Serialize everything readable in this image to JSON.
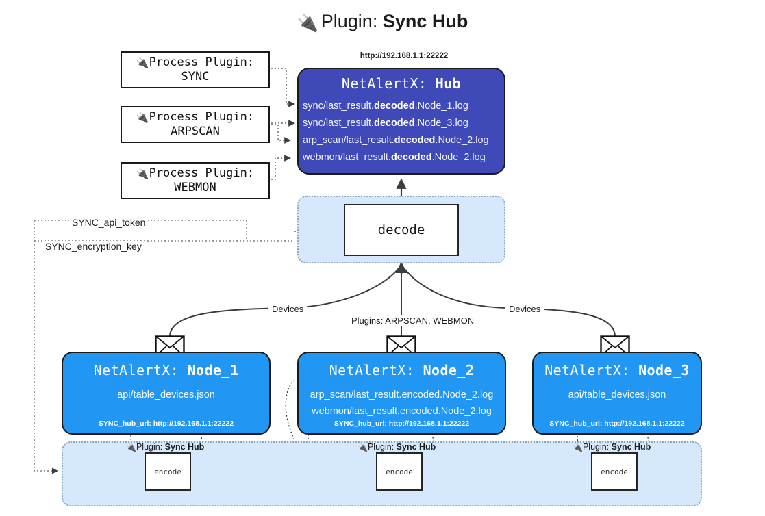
{
  "title": {
    "icon": "plug-icon",
    "prefix": "Plugin:",
    "name": "Sync Hub"
  },
  "process_plugins": [
    {
      "icon": "plug-icon",
      "line1": "Process Plugin:",
      "line2": "SYNC"
    },
    {
      "icon": "plug-icon",
      "line1": "Process Plugin:",
      "line2": "ARPSCAN"
    },
    {
      "icon": "plug-icon",
      "line1": "Process Plugin:",
      "line2": "WEBMON"
    }
  ],
  "hub": {
    "url": "http://192.168.1.1:22222",
    "title_prefix": "NetAlertX:",
    "title_name": "Hub",
    "color": "#4049b8",
    "logs": [
      {
        "pre": "sync/last_result.",
        "bold": "decoded",
        "post": ".Node_1.log"
      },
      {
        "pre": "sync/last_result.",
        "bold": "decoded",
        "post": ".Node_3.log"
      },
      {
        "pre": "arp_scan/last_result.",
        "bold": "decoded",
        "post": ".Node_2.log"
      },
      {
        "pre": "webmon/last_result.",
        "bold": "decoded",
        "post": ".Node_2.log"
      }
    ]
  },
  "decode": {
    "label": "decode",
    "container_color": "#d6e8fb"
  },
  "tokens": {
    "api_token": "SYNC_api_token",
    "encryption_key": "SYNC_encryption_key"
  },
  "edge_labels": {
    "devices_left": "Devices",
    "devices_right": "Devices",
    "plugins_center": "Plugins: ARPSCAN, WEBMON"
  },
  "nodes": [
    {
      "title_prefix": "NetAlertX:",
      "title_name": "Node_1",
      "color": "#2196f3",
      "lines": [
        "api/table_devices.json"
      ],
      "footer": "SYNC_hub_url: http://192.168.1.1:22222",
      "envelope_icon": "envelope-icon"
    },
    {
      "title_prefix": "NetAlertX:",
      "title_name": "Node_2",
      "color": "#2196f3",
      "lines": [
        "arp_scan/last_result.encoded.Node_2.log",
        "webmon/last_result.encoded.Node_2.log"
      ],
      "footer": "SYNC_hub_url: http://192.168.1.1:22222",
      "envelope_icon": "envelope-icon"
    },
    {
      "title_prefix": "NetAlertX:",
      "title_name": "Node_3",
      "color": "#2196f3",
      "lines": [
        "api/table_devices.json"
      ],
      "footer": "SYNC_hub_url: http://192.168.1.1:22222",
      "envelope_icon": "envelope-icon"
    }
  ],
  "plugin_strip": {
    "container_color": "#d6e8fb",
    "instances": [
      {
        "icon": "plug-icon",
        "caption_prefix": "Plugin:",
        "caption_name": "Sync Hub",
        "box_label": "encode"
      },
      {
        "icon": "plug-icon",
        "caption_prefix": "Plugin:",
        "caption_name": "Sync Hub",
        "box_label": "encode"
      },
      {
        "icon": "plug-icon",
        "caption_prefix": "Plugin:",
        "caption_name": "Sync Hub",
        "box_label": "encode"
      }
    ]
  }
}
